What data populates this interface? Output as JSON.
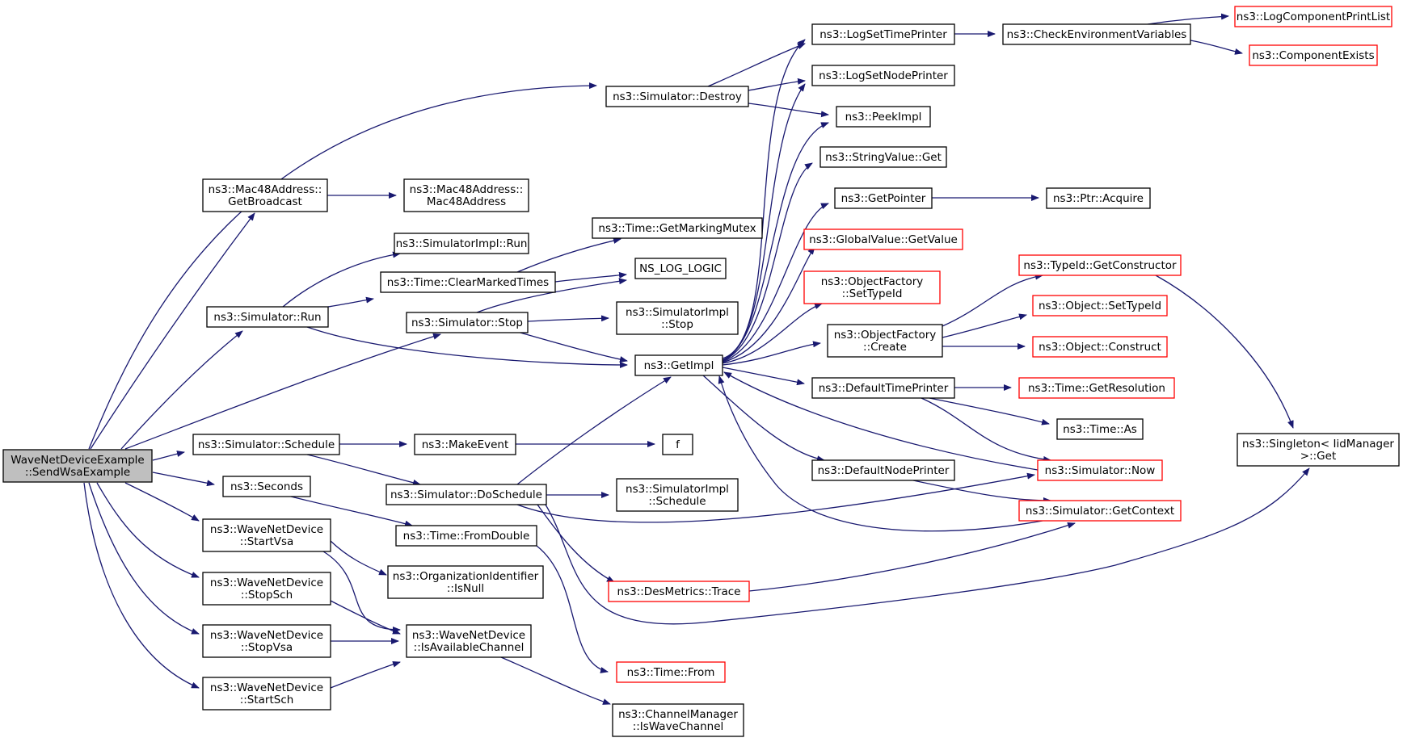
{
  "diagram": {
    "nodes": [
      {
        "id": "root",
        "lines": [
          "WaveNetDeviceExample",
          "::SendWsaExample"
        ],
        "style": "root"
      },
      {
        "id": "destroy",
        "lines": [
          "ns3::Simulator::Destroy"
        ],
        "style": "normal"
      },
      {
        "id": "getbroadcast",
        "lines": [
          "ns3::Mac48Address::",
          "GetBroadcast"
        ],
        "style": "normal"
      },
      {
        "id": "mac48ctor",
        "lines": [
          "ns3::Mac48Address::",
          "Mac48Address"
        ],
        "style": "normal"
      },
      {
        "id": "simimplrun",
        "lines": [
          "ns3::SimulatorImpl::Run"
        ],
        "style": "normal"
      },
      {
        "id": "markingmutex",
        "lines": [
          "ns3::Time::GetMarkingMutex"
        ],
        "style": "normal"
      },
      {
        "id": "clearmarked",
        "lines": [
          "ns3::Time::ClearMarkedTimes"
        ],
        "style": "normal"
      },
      {
        "id": "nslog",
        "lines": [
          "NS_LOG_LOGIC"
        ],
        "style": "normal"
      },
      {
        "id": "simrun",
        "lines": [
          "ns3::Simulator::Run"
        ],
        "style": "normal"
      },
      {
        "id": "simstop",
        "lines": [
          "ns3::Simulator::Stop"
        ],
        "style": "normal"
      },
      {
        "id": "simimplstop",
        "lines": [
          "ns3::SimulatorImpl",
          "::Stop"
        ],
        "style": "normal"
      },
      {
        "id": "getimpl",
        "lines": [
          "ns3::GetImpl"
        ],
        "style": "normal"
      },
      {
        "id": "schedule",
        "lines": [
          "ns3::Simulator::Schedule"
        ],
        "style": "normal"
      },
      {
        "id": "makeevent",
        "lines": [
          "ns3::MakeEvent"
        ],
        "style": "normal"
      },
      {
        "id": "f",
        "lines": [
          "f"
        ],
        "style": "normal"
      },
      {
        "id": "seconds",
        "lines": [
          "ns3::Seconds"
        ],
        "style": "normal"
      },
      {
        "id": "doschedule",
        "lines": [
          "ns3::Simulator::DoSchedule"
        ],
        "style": "normal"
      },
      {
        "id": "simimplschedule",
        "lines": [
          "ns3::SimulatorImpl",
          "::Schedule"
        ],
        "style": "normal"
      },
      {
        "id": "startvsa",
        "lines": [
          "ns3::WaveNetDevice",
          "::StartVsa"
        ],
        "style": "normal"
      },
      {
        "id": "fromdouble",
        "lines": [
          "ns3::Time::FromDouble"
        ],
        "style": "normal"
      },
      {
        "id": "orgisnull",
        "lines": [
          "ns3::OrganizationIdentifier",
          "::IsNull"
        ],
        "style": "normal"
      },
      {
        "id": "stopsch",
        "lines": [
          "ns3::WaveNetDevice",
          "::StopSch"
        ],
        "style": "normal"
      },
      {
        "id": "stopvsa",
        "lines": [
          "ns3::WaveNetDevice",
          "::StopVsa"
        ],
        "style": "normal"
      },
      {
        "id": "isavail",
        "lines": [
          "ns3::WaveNetDevice",
          "::IsAvailableChannel"
        ],
        "style": "normal"
      },
      {
        "id": "startsch",
        "lines": [
          "ns3::WaveNetDevice",
          "::StartSch"
        ],
        "style": "normal"
      },
      {
        "id": "timefrom",
        "lines": [
          "ns3::Time::From"
        ],
        "style": "red"
      },
      {
        "id": "iswave",
        "lines": [
          "ns3::ChannelManager",
          "::IsWaveChannel"
        ],
        "style": "normal"
      },
      {
        "id": "desmetrics",
        "lines": [
          "ns3::DesMetrics::Trace"
        ],
        "style": "red"
      },
      {
        "id": "logsettime",
        "lines": [
          "ns3::LogSetTimePrinter"
        ],
        "style": "normal"
      },
      {
        "id": "checkenv",
        "lines": [
          "ns3::CheckEnvironmentVariables"
        ],
        "style": "normal"
      },
      {
        "id": "logcomplist",
        "lines": [
          "ns3::LogComponentPrintList"
        ],
        "style": "red"
      },
      {
        "id": "compexists",
        "lines": [
          "ns3::ComponentExists"
        ],
        "style": "red"
      },
      {
        "id": "logsetnode",
        "lines": [
          "ns3::LogSetNodePrinter"
        ],
        "style": "normal"
      },
      {
        "id": "peekimpl",
        "lines": [
          "ns3::PeekImpl"
        ],
        "style": "normal"
      },
      {
        "id": "stringget",
        "lines": [
          "ns3::StringValue::Get"
        ],
        "style": "normal"
      },
      {
        "id": "getpointer",
        "lines": [
          "ns3::GetPointer"
        ],
        "style": "normal"
      },
      {
        "id": "ptracquire",
        "lines": [
          "ns3::Ptr::Acquire"
        ],
        "style": "normal"
      },
      {
        "id": "globalget",
        "lines": [
          "ns3::GlobalValue::GetValue"
        ],
        "style": "red"
      },
      {
        "id": "ofsettypeid",
        "lines": [
          "ns3::ObjectFactory",
          "::SetTypeId"
        ],
        "style": "red"
      },
      {
        "id": "ofcreate",
        "lines": [
          "ns3::ObjectFactory",
          "::Create"
        ],
        "style": "normal"
      },
      {
        "id": "typeidctor",
        "lines": [
          "ns3::TypeId::GetConstructor"
        ],
        "style": "red"
      },
      {
        "id": "objsettypeid",
        "lines": [
          "ns3::Object::SetTypeId"
        ],
        "style": "red"
      },
      {
        "id": "objconstruct",
        "lines": [
          "ns3::Object::Construct"
        ],
        "style": "red"
      },
      {
        "id": "deftimeprinter",
        "lines": [
          "ns3::DefaultTimePrinter"
        ],
        "style": "normal"
      },
      {
        "id": "getresolution",
        "lines": [
          "ns3::Time::GetResolution"
        ],
        "style": "red"
      },
      {
        "id": "timeas",
        "lines": [
          "ns3::Time::As"
        ],
        "style": "normal"
      },
      {
        "id": "defnodeprinter",
        "lines": [
          "ns3::DefaultNodePrinter"
        ],
        "style": "normal"
      },
      {
        "id": "simnow",
        "lines": [
          "ns3::Simulator::Now"
        ],
        "style": "red"
      },
      {
        "id": "getcontext",
        "lines": [
          "ns3::Simulator::GetContext"
        ],
        "style": "red"
      },
      {
        "id": "singleton",
        "lines": [
          "ns3::Singleton< IidManager",
          ">::Get"
        ],
        "style": "normal"
      }
    ]
  }
}
